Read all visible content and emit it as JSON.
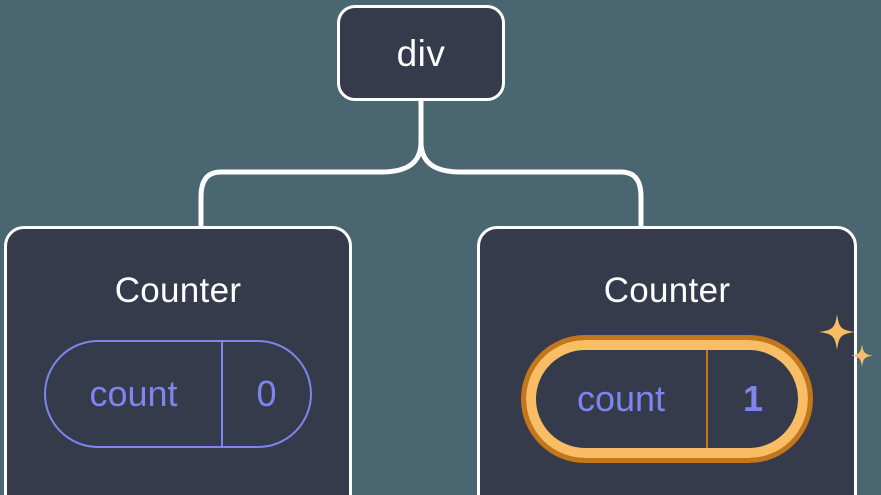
{
  "canvas": {
    "background_color": "#4a6670",
    "node_fill_color": "#353b4a",
    "node_border_color": "#ffffff",
    "connector_color": "#ffffff",
    "accent_purple": "#7f85ee",
    "highlight_orange_light": "#f8bd65",
    "highlight_orange_dark": "#c4761a"
  },
  "tree": {
    "root": {
      "label": "div"
    },
    "children": [
      {
        "title": "Counter",
        "state": {
          "key": "count",
          "value": "0"
        },
        "highlighted": false
      },
      {
        "title": "Counter",
        "state": {
          "key": "count",
          "value": "1"
        },
        "highlighted": true,
        "sparkle_icons": [
          "sparkle-large-icon",
          "sparkle-small-icon"
        ]
      }
    ]
  }
}
